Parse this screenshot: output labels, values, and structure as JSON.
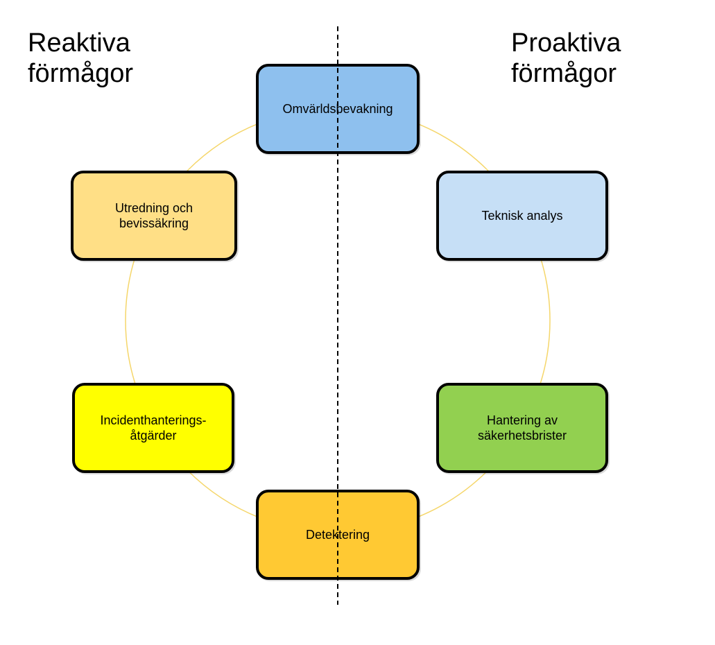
{
  "headings": {
    "reactive": {
      "line1": "Reaktiva",
      "line2": "förmågor"
    },
    "proactive": {
      "line1": "Proaktiva",
      "line2": "förmågor"
    }
  },
  "nodes": {
    "omvarld": {
      "lines": [
        "Omvärldsbevakning"
      ],
      "color": "#8EC0EE"
    },
    "teknisk": {
      "lines": [
        "Teknisk analys"
      ],
      "color": "#C6DFF6"
    },
    "hantering": {
      "lines": [
        "Hantering av",
        "säkerhetsbrister"
      ],
      "color": "#92D050"
    },
    "detekt": {
      "lines": [
        "Detektering"
      ],
      "color": "#FFC933"
    },
    "incident": {
      "lines": [
        "Incidenthanterings-",
        "åtgärder"
      ],
      "color": "#FFFF00"
    },
    "utredning": {
      "lines": [
        "Utredning och",
        "bevissäkring"
      ],
      "color": "#FFDF86"
    }
  },
  "colors": {
    "cycle_line": "#F5D66A",
    "divider": "#000000",
    "border": "#000000"
  }
}
